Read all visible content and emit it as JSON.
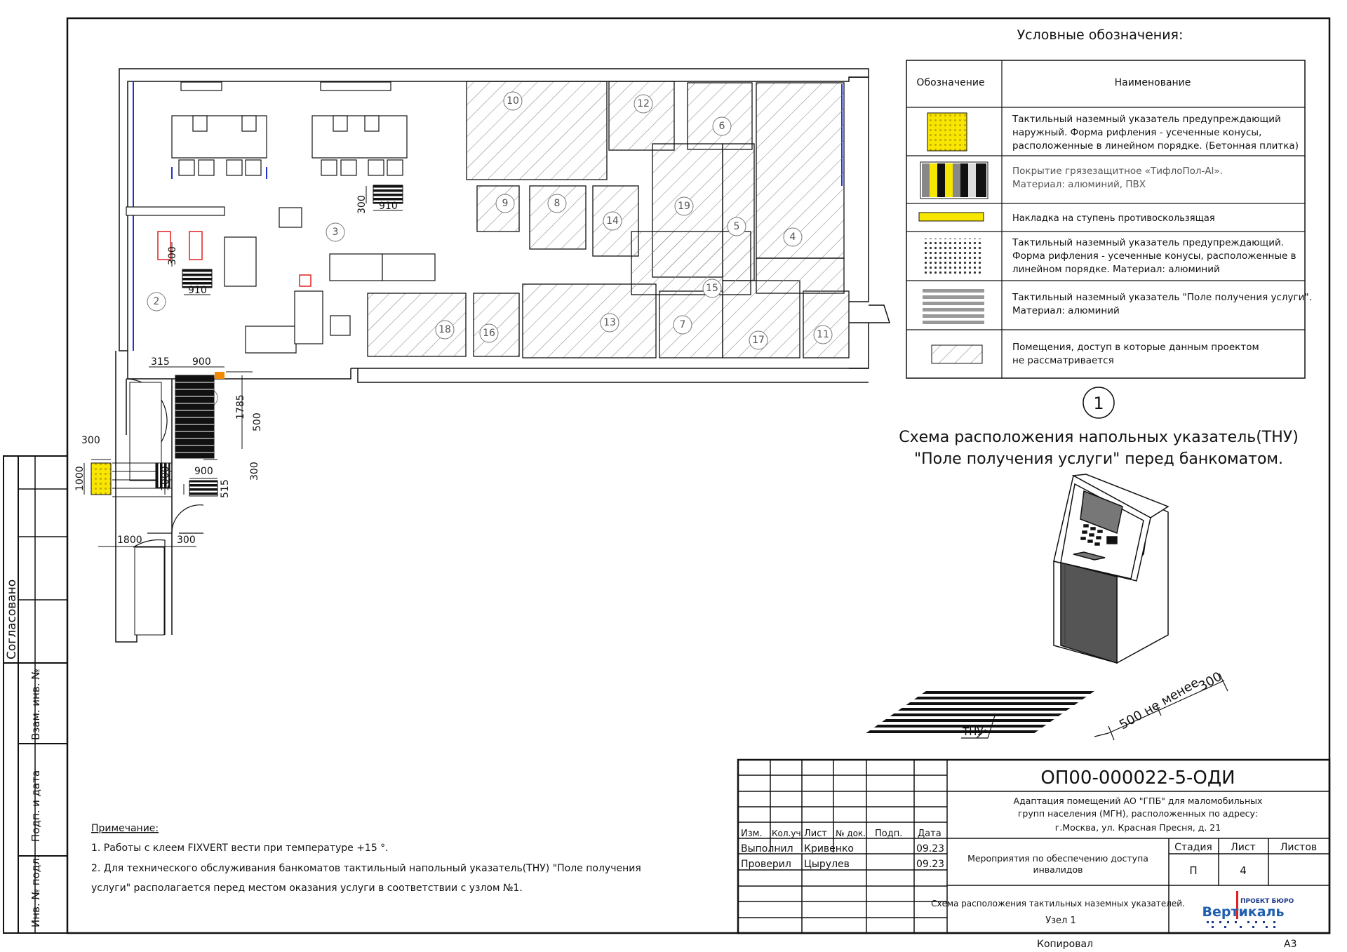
{
  "legend": {
    "title": "Условные обозначения:",
    "col_symbol": "Обозначение",
    "col_name": "Наименование",
    "rows": [
      {
        "icon": "yellow-dot-tile-icon",
        "lines": [
          "Тактильный наземный указатель предупреждающий",
          "наружный. Форма рифления - усеченные конусы,",
          "расположенные в линейном порядке. (Бетонная плитка)"
        ]
      },
      {
        "icon": "mud-protection-cover-icon",
        "lines": [
          "Покрытие грязезащитное «ТифлоПол-Al».",
          "Материал: алюминий, ПВХ"
        ]
      },
      {
        "icon": "yellow-strip-icon",
        "lines": [
          "Накладка на ступень противоскользящая"
        ]
      },
      {
        "icon": "dot-grid-icon",
        "lines": [
          "Тактильный наземный указатель предупреждающий.",
          "Форма рифления - усеченные конусы, расположенные в",
          "линейном порядке. Материал: алюминий"
        ]
      },
      {
        "icon": "bar-grid-icon",
        "lines": [
          "Тактильный наземный указатель \"Поле получения услуги\".",
          "Материал: алюминий"
        ]
      },
      {
        "icon": "hatch-icon",
        "lines": [
          "Помещения, доступ в которые данным проектом",
          "не рассматривается"
        ]
      }
    ]
  },
  "node": {
    "number": "1",
    "title_line1": "Схема расположения напольных указатель(ТНУ)",
    "title_line2": "\"Поле получения услуги\"  перед банкоматом.",
    "label_tnu": "ТНУ",
    "dim_300": "300",
    "dim_500": "500 не менее"
  },
  "plan": {
    "rooms": [
      "1",
      "2",
      "3",
      "4",
      "5",
      "6",
      "7",
      "8",
      "9",
      "10",
      "11",
      "12",
      "13",
      "14",
      "15",
      "16",
      "17",
      "18",
      "19"
    ],
    "dims": {
      "d315": "315",
      "d900a": "900",
      "d1785": "1785",
      "d500": "500",
      "d300a": "300",
      "d300b": "300",
      "d1000a": "1000",
      "d1000b": "1000",
      "d900b": "900",
      "d515": "515",
      "d1800": "1800",
      "d300c": "300",
      "d910a": "910",
      "d300d": "300",
      "d910b": "910",
      "d300e": "300"
    }
  },
  "notes": {
    "heading": "Примечание:",
    "items": [
      "1.  Работы с клеем FIXVERT вести при температуре +15 °.",
      "2.  Для технического обслуживания банкоматов тактильный напольный указатель(ТНУ) \"Поле получения",
      "     услуги\" располагается перед местом оказания услуги в соответствии с узлом №1."
    ]
  },
  "side_stamp": {
    "agreed": "Согласовано",
    "inv_replace": "Взам. инв. №",
    "sign_date": "Подп. и дата",
    "inv_orig": "Инв. № подл."
  },
  "title_block": {
    "code": "ОП00-000022-5-ОДИ",
    "project_line1": "Адаптация помещений АО \"ГПБ\" для маломобильных",
    "project_line2": "групп населения (МГН), расположенных по адресу:",
    "project_line3": "г.Москва, ул. Красная Пресня, д. 21",
    "headers": [
      "Изм.",
      "Кол.уч.",
      "Лист",
      "№ док.",
      "Подп.",
      "Дата"
    ],
    "row1": [
      "Выполнил",
      "Кривенко",
      "09.23"
    ],
    "row2": [
      "Проверил",
      "Цырулев",
      "09.23"
    ],
    "measures_line1": "Мероприятия по обеспечению доступа",
    "measures_line2": "инвалидов",
    "stage_header": "Стадия",
    "sheet_header": "Лист",
    "sheets_header": "Листов",
    "stage": "П",
    "sheet": "4",
    "scheme_line1": "Схема расположения тактильных наземных указателей.",
    "scheme_line2": "Узел 1",
    "logo_small": "ПРОЕКТ БЮРО",
    "logo_big": "Вертикаль",
    "copied": "Копировал",
    "format": "А3"
  },
  "colors": {
    "yellow": "#f6e600",
    "red": "#e02020",
    "blue": "#2233cc",
    "hatch": "#777777",
    "orange": "#f08a00"
  }
}
